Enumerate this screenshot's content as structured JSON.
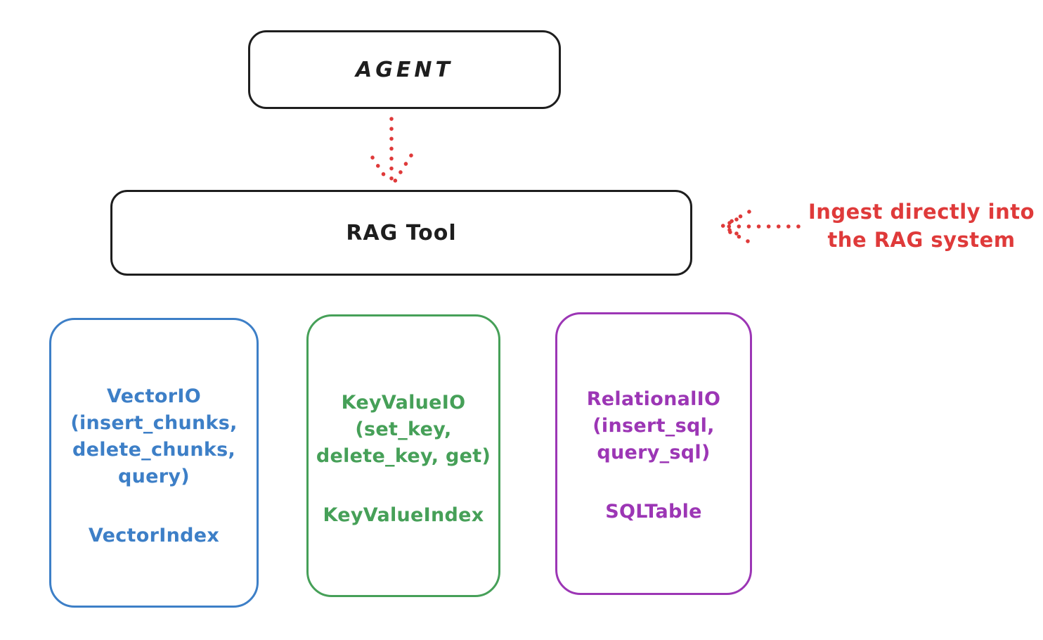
{
  "diagram": {
    "agent": {
      "label": "AGENT"
    },
    "rag_tool": {
      "label": "RAG Tool"
    },
    "annotation": {
      "line1": "Ingest directly into",
      "line2": "the RAG system",
      "color": "#df3a3a"
    },
    "arrows": [
      {
        "name": "agent-to-ragtool-arrow",
        "style": "dotted",
        "color": "#df3a3a",
        "direction": "down"
      },
      {
        "name": "ingest-into-ragtool-arrow",
        "style": "dotted",
        "color": "#df3a3a",
        "direction": "left"
      }
    ],
    "backends": [
      {
        "title": "VectorIO",
        "method_lines": [
          "(insert_chunks,",
          "delete_chunks,",
          "query)"
        ],
        "index_label": "VectorIndex",
        "color": "#3d7fc7"
      },
      {
        "title": "KeyValueIO",
        "method_lines": [
          "(set_key,",
          "delete_key, get)"
        ],
        "index_label": "KeyValueIndex",
        "color": "#46a058"
      },
      {
        "title": "RelationalIO",
        "method_lines": [
          "(insert_sql,",
          "query_sql)"
        ],
        "index_label": "SQLTable",
        "color": "#9c36b5"
      }
    ],
    "colors": {
      "stroke": "#1e1e1e",
      "red": "#df3a3a",
      "blue": "#3d7fc7",
      "green": "#46a058",
      "purple": "#9c36b5",
      "background": "#ffffff"
    }
  }
}
